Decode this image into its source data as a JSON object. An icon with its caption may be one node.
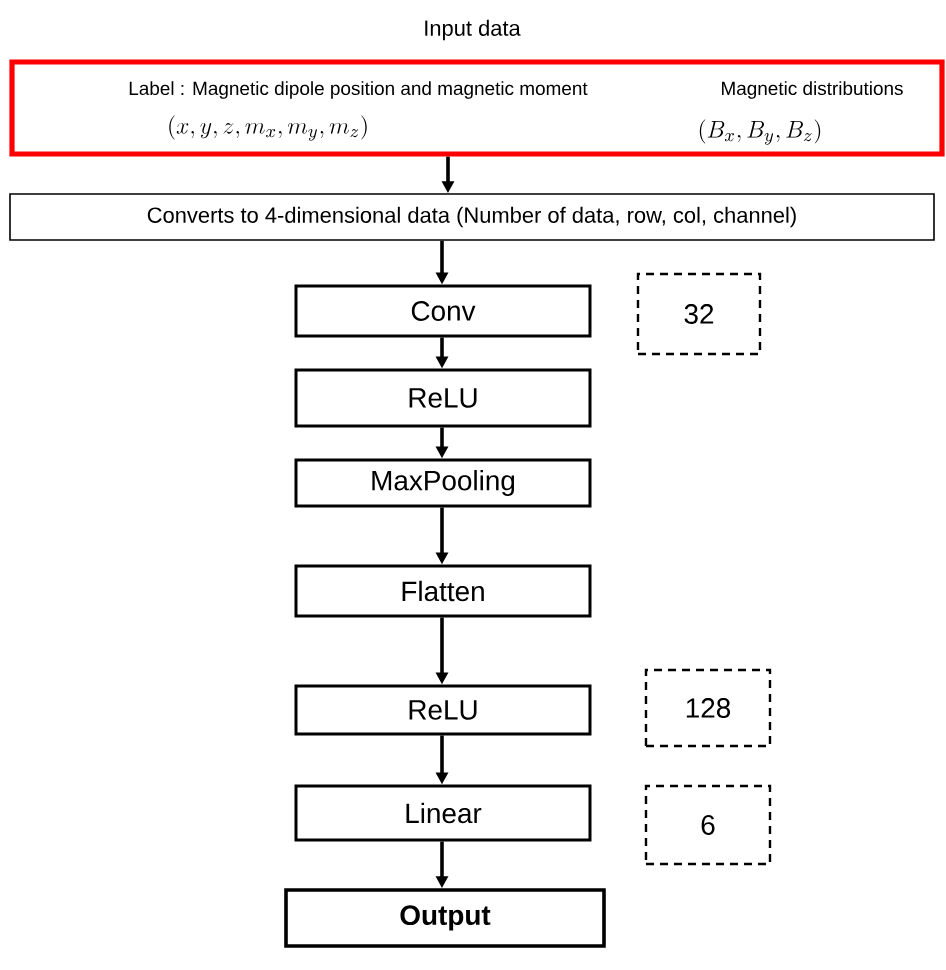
{
  "diagram": {
    "nodes": [
      {
        "text": [
          "Input data",
          "Label : Magnetic dipole position and magnetic moment",
          "(x, y, z, m_x, m_y, m_z)",
          "Magnetic distributions",
          "(B_x, B_y, B_z)"
        ]
      },
      {
        "text": [
          "Converts to 4-dimensional data (Number of data, row, col, channel)"
        ]
      },
      {
        "text": [
          "Conv"
        ]
      },
      {
        "text": [
          "ReLU"
        ]
      },
      {
        "text": [
          "MaxPooling"
        ]
      },
      {
        "text": [
          "Flatten"
        ]
      },
      {
        "text": [
          "ReLU"
        ]
      },
      {
        "text": [
          "Linear"
        ]
      },
      {
        "text": [
          "Output"
        ]
      },
      {
        "text": [
          "32"
        ]
      },
      {
        "text": [
          "128"
        ]
      },
      {
        "text": [
          "6"
        ]
      }
    ],
    "edges": [
      {
        "from": 0,
        "to": 1,
        "arrow": "to"
      },
      {
        "from": 1,
        "to": 2,
        "arrow": "to"
      },
      {
        "from": 2,
        "to": 3,
        "arrow": "to"
      },
      {
        "from": 3,
        "to": 4,
        "arrow": "to"
      },
      {
        "from": 4,
        "to": 5,
        "arrow": "to"
      },
      {
        "from": 5,
        "to": 6,
        "arrow": "to"
      },
      {
        "from": 6,
        "to": 7,
        "arrow": "to"
      },
      {
        "from": 7,
        "to": 8,
        "arrow": "to"
      }
    ]
  }
}
